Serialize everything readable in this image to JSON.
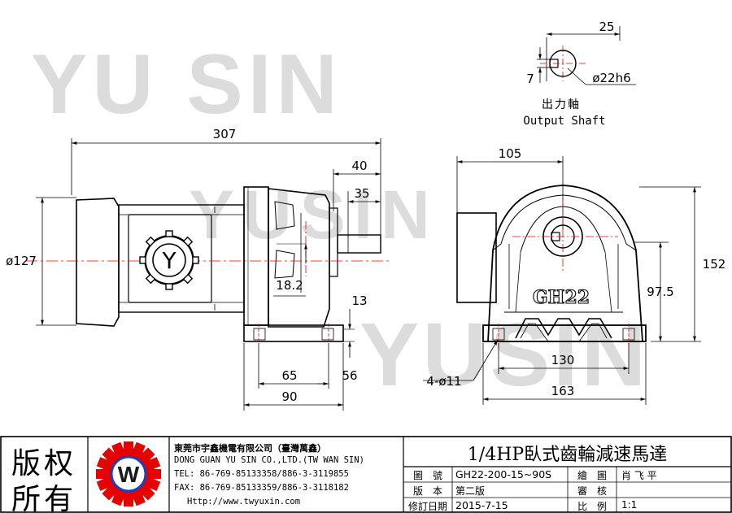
{
  "watermark": {
    "line1": "YU SIN",
    "line2": "YUSIN",
    "line3": "YUSIN"
  },
  "output_shaft": {
    "label_cn": "出力軸",
    "label_en": "Output Shaft",
    "dim_key_width": "25",
    "dim_key_depth": "7",
    "dim_diameter": "ø22h6"
  },
  "side_view": {
    "dim_total_length": "307",
    "dim_shaft_40": "40",
    "dim_shaft_35": "35",
    "dim_motor_dia": "ø127",
    "dim_shaft_height": "18.2",
    "dim_13": "13",
    "dim_65": "65",
    "dim_56": "56",
    "dim_90": "90",
    "motor_badge": "Y"
  },
  "front_view": {
    "dim_105": "105",
    "dim_152": "152",
    "dim_97_5": "97.5",
    "dim_130": "130",
    "dim_163": "163",
    "dim_holes": "4-ø11",
    "model_mark": "GH22"
  },
  "title_block": {
    "copyright_line1": "版权",
    "copyright_line2": "所有",
    "logo_letter": "W",
    "company_cn": "東莞市宇鑫機電有限公司（臺灣萬鑫）",
    "company_en": "DONG GUAN YU SIN CO.,LTD.(TW WAN SIN)",
    "tel": "TEL: 86-769-85133358/886-3-3119855",
    "fax": "FAX: 86-769-85133359/886-3-3118182",
    "web": "Http://www.twyuxin.com",
    "product_title": "1/4HP臥式齒輪減速馬達",
    "row1_label": "圖　號",
    "row1_value": "GH22-200-15~90S",
    "row1_label2": "繪　圖",
    "row1_value2": "肖 飞 平",
    "row2_label": "版　本",
    "row2_value": "第二版",
    "row2_label2": "審　核",
    "row2_value2": "",
    "row3_label": "修訂日期",
    "row3_value": "2015-7-15",
    "row3_label2": "比　例",
    "row3_value2": "1:1"
  }
}
